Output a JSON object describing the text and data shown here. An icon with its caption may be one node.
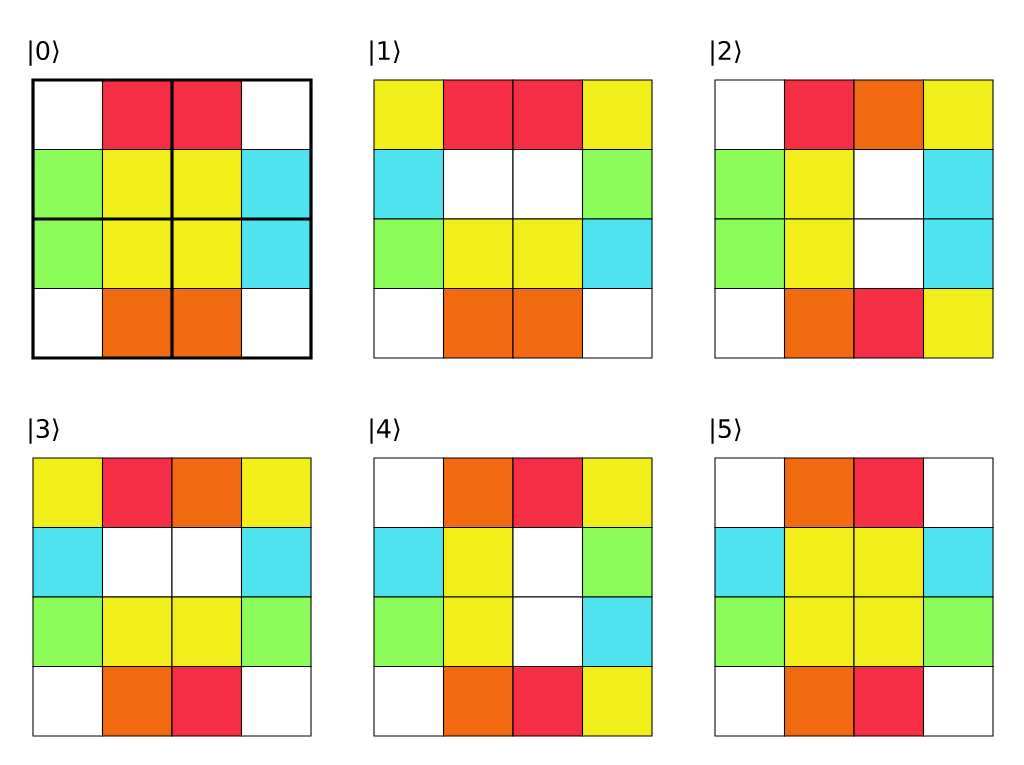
{
  "diagram": {
    "labels": [
      "|0⟩",
      "|1⟩",
      "|2⟩",
      "|3⟩",
      "|4⟩",
      "|5⟩"
    ]
  }
}
